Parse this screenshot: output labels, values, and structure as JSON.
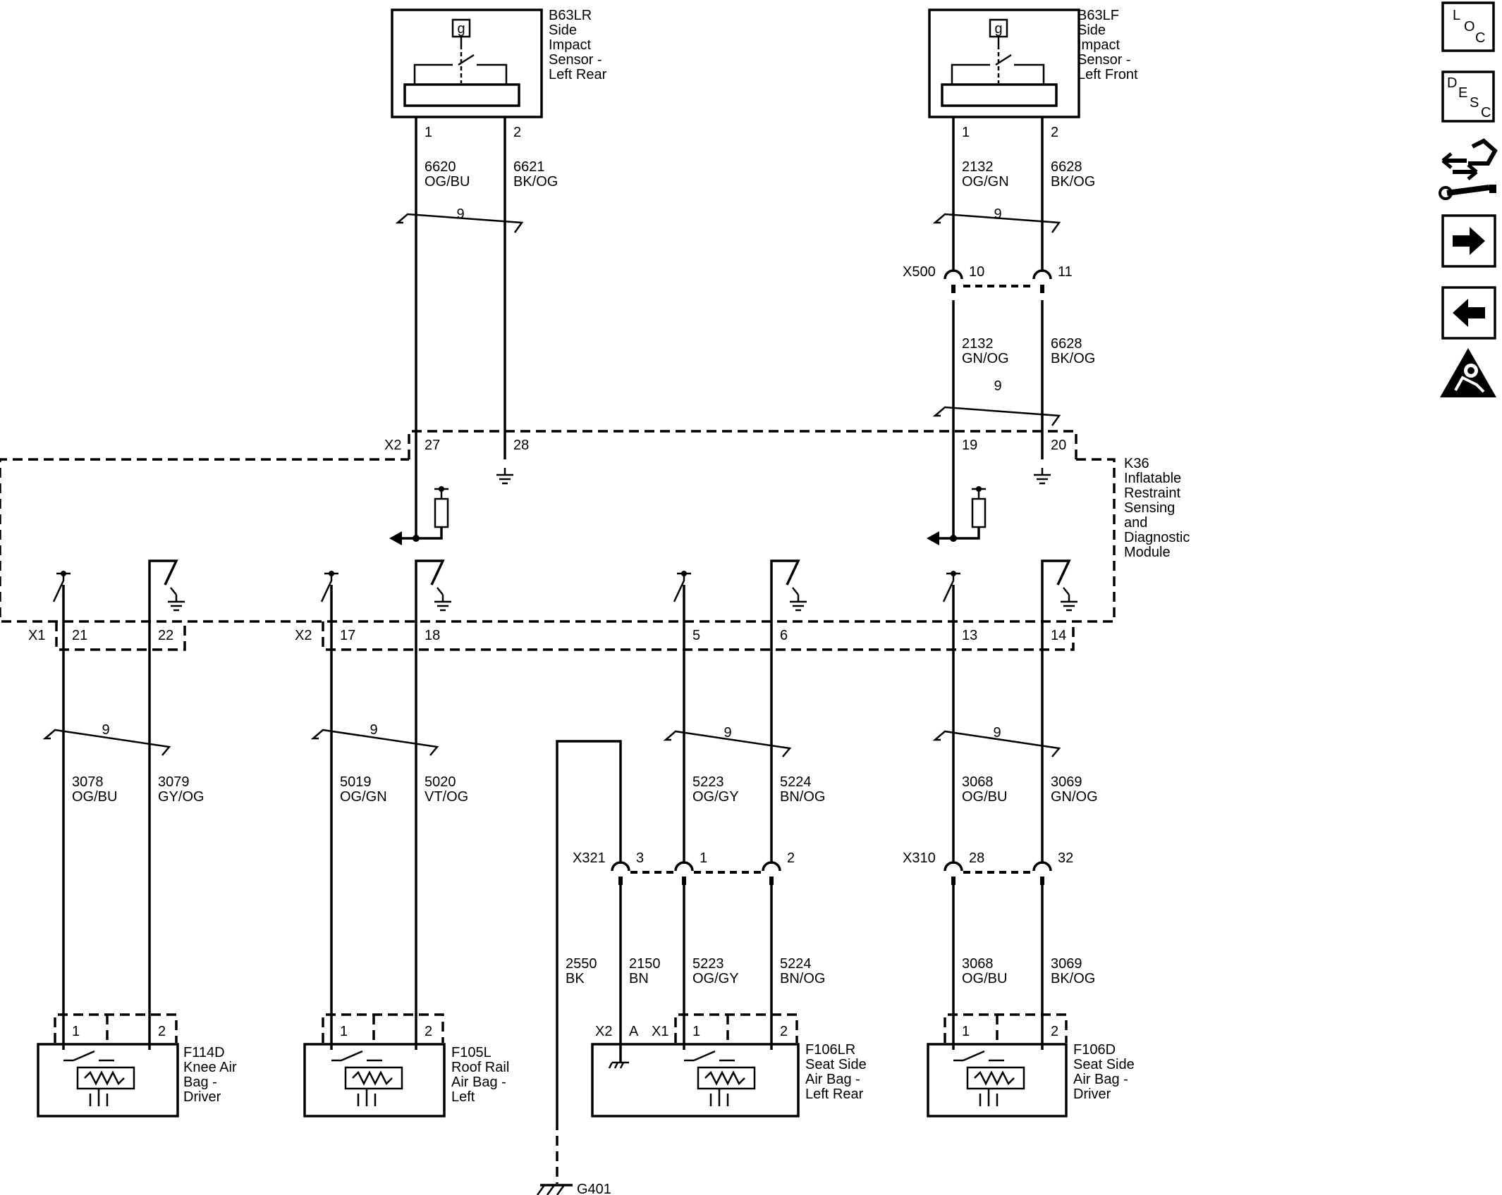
{
  "components": {
    "b63lr": [
      "B63LR",
      "Side",
      "Impact",
      "Sensor -",
      "Left Rear"
    ],
    "b63lf": [
      "B63LF",
      "Side",
      "Impact",
      "Sensor -",
      "Left Front"
    ],
    "k36": [
      "K36",
      "Inflatable",
      "Restraint",
      "Sensing",
      "and",
      "Diagnostic",
      "Module"
    ],
    "f114d": [
      "F114D",
      "Knee Air",
      "Bag -",
      "Driver"
    ],
    "f105l": [
      "F105L",
      "Roof Rail",
      "Air Bag -",
      "Left"
    ],
    "f106lr": [
      "F106LR",
      "Seat Side",
      "Air Bag -",
      "Left Rear"
    ],
    "f106d": [
      "F106D",
      "Seat Side",
      "Air Bag -",
      "Driver"
    ],
    "sensor_glyph": "g"
  },
  "connectors": {
    "x2": "X2",
    "x1": "X1",
    "x500": "X500",
    "x321": "X321",
    "x310": "X310",
    "ground": "G401",
    "pin_a": "A"
  },
  "pins": {
    "b63lr": [
      "1",
      "2"
    ],
    "b63lf": [
      "1",
      "2"
    ],
    "x500": [
      "10",
      "11"
    ],
    "k36_top": [
      "27",
      "28",
      "19",
      "20"
    ],
    "x1_k36": [
      "21",
      "22"
    ],
    "x2_k36": [
      "17",
      "18",
      "5",
      "6",
      "13",
      "14"
    ],
    "x321": [
      "3",
      "1",
      "2"
    ],
    "x310": [
      "28",
      "32"
    ],
    "f114d": [
      "1",
      "2"
    ],
    "f105l": [
      "1",
      "2"
    ],
    "f106lr": [
      "1",
      "2"
    ],
    "f106d": [
      "1",
      "2"
    ]
  },
  "twist_label": "9",
  "circuits": {
    "c6620": [
      "6620",
      "OG/BU"
    ],
    "c6621": [
      "6621",
      "BK/OG"
    ],
    "c2132a": [
      "2132",
      "OG/GN"
    ],
    "c6628a": [
      "6628",
      "BK/OG"
    ],
    "c2132b": [
      "2132",
      "GN/OG"
    ],
    "c6628b": [
      "6628",
      "BK/OG"
    ],
    "c3078": [
      "3078",
      "OG/BU"
    ],
    "c3079": [
      "3079",
      "GY/OG"
    ],
    "c5019": [
      "5019",
      "OG/GN"
    ],
    "c5020": [
      "5020",
      "VT/OG"
    ],
    "c5223a": [
      "5223",
      "OG/GY"
    ],
    "c5224a": [
      "5224",
      "BN/OG"
    ],
    "c3068a": [
      "3068",
      "OG/BU"
    ],
    "c3069a": [
      "3069",
      "GN/OG"
    ],
    "c2550": [
      "2550",
      "BK"
    ],
    "c2150": [
      "2150",
      "BN"
    ],
    "c5223b": [
      "5223",
      "OG/GY"
    ],
    "c5224b": [
      "5224",
      "BN/OG"
    ],
    "c3068b": [
      "3068",
      "OG/BU"
    ],
    "c3069b": [
      "3069",
      "BK/OG"
    ]
  },
  "toolbar": {
    "loc": [
      "L",
      "O",
      "C"
    ],
    "desc": [
      "D",
      "E",
      "S",
      "C"
    ],
    "icons": [
      "connector-repair-icon",
      "next-page-arrow-icon",
      "previous-page-arrow-icon",
      "airbag-warning-icon"
    ]
  }
}
